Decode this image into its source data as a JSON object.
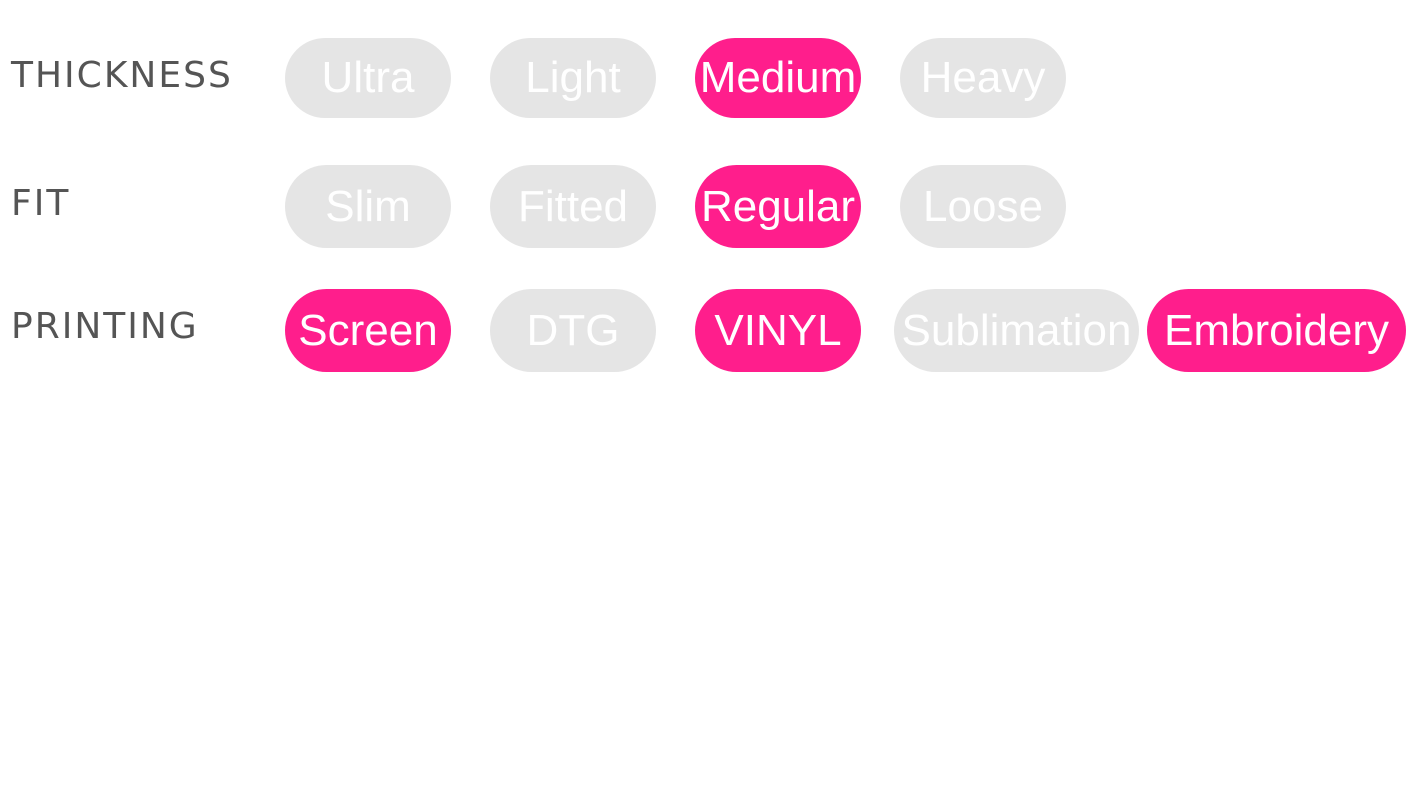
{
  "colors": {
    "selected_bg": "#ff1e8c",
    "unselected_bg": "#e5e5e5",
    "option_text": "#ffffff",
    "label_text": "#555555"
  },
  "thickness": {
    "label": "THICKNESS",
    "options": [
      {
        "label": "Ultra",
        "selected": false
      },
      {
        "label": "Light",
        "selected": false
      },
      {
        "label": "Medium",
        "selected": true
      },
      {
        "label": "Heavy",
        "selected": false
      }
    ]
  },
  "fit": {
    "label": "FIT",
    "options": [
      {
        "label": "Slim",
        "selected": false
      },
      {
        "label": "Fitted",
        "selected": false
      },
      {
        "label": "Regular",
        "selected": true
      },
      {
        "label": "Loose",
        "selected": false
      }
    ]
  },
  "printing": {
    "label": "PRINTING",
    "options": [
      {
        "label": "Screen",
        "selected": true
      },
      {
        "label": "DTG",
        "selected": false
      },
      {
        "label": "VINYL",
        "selected": true
      },
      {
        "label": "Sublimation",
        "selected": false
      },
      {
        "label": "Embroidery",
        "selected": true
      }
    ]
  }
}
